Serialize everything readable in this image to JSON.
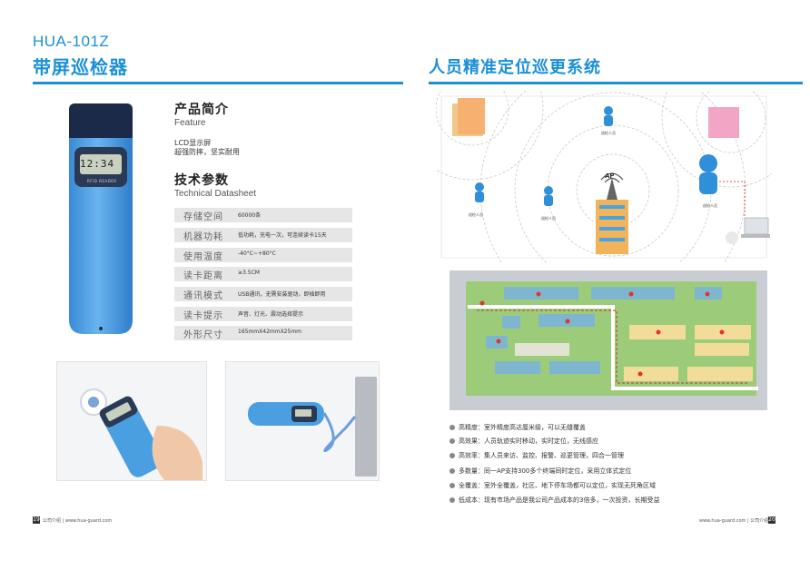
{
  "left_page": {
    "model": "HUA-101Z",
    "title": "带屏巡检器",
    "device_display": "12:34",
    "device_label": "RFID READER",
    "intro_heading": "产品简介",
    "intro_sub": "Feature",
    "features": [
      "LCD显示屏",
      "超强防摔，坚实耐用"
    ],
    "tech_heading": "技术参数",
    "tech_sub": "Technical Datasheet",
    "specs": [
      {
        "label": "存储空间",
        "value": "60000条"
      },
      {
        "label": "机器功耗",
        "value": "低功耗，充电一次，可连续读卡15天"
      },
      {
        "label": "使用温度",
        "value": "-40°C~+80°C"
      },
      {
        "label": "读卡距离",
        "value": "≥3.5CM"
      },
      {
        "label": "通讯模式",
        "value": "USB通讯，无需安装驱动，即插即用"
      },
      {
        "label": "读卡提示",
        "value": "声音、灯光、震动选择提示"
      },
      {
        "label": "外形尺寸",
        "value": "165mmX42mmX25mm"
      }
    ],
    "footer_page": "19",
    "footer_text": "公司介绍 | www.hua-guard.com"
  },
  "right_page": {
    "title": "人员精准定位巡更系统",
    "ap_label": "AP",
    "person_labels": [
      "巡检人员",
      "巡检人员",
      "巡检人员",
      "巡检人员"
    ],
    "bullets": [
      "高精度：室外精度高达厘米级，可以无缝覆盖",
      "高效果：人员轨迹实时移动，实时定位，无线感应",
      "高效率：集人员来访、监控、报警、巡更管理，四合一管理",
      "多数量：同一AP支持300多个终端同时定位，采用立体式定位",
      "全覆盖：室外全覆盖，社区、地下停车场都可以定位，实现无死角区域",
      "低成本：现有市场产品是我公司产品成本的3倍多，一次投资，长期受益"
    ],
    "footer_text": "www.hua-guard.com | 公司介绍",
    "footer_page": "20"
  },
  "colors": {
    "accent": "#1a90d8",
    "device_blue": "#4a9fe0",
    "bar": "#e6e6e6"
  }
}
